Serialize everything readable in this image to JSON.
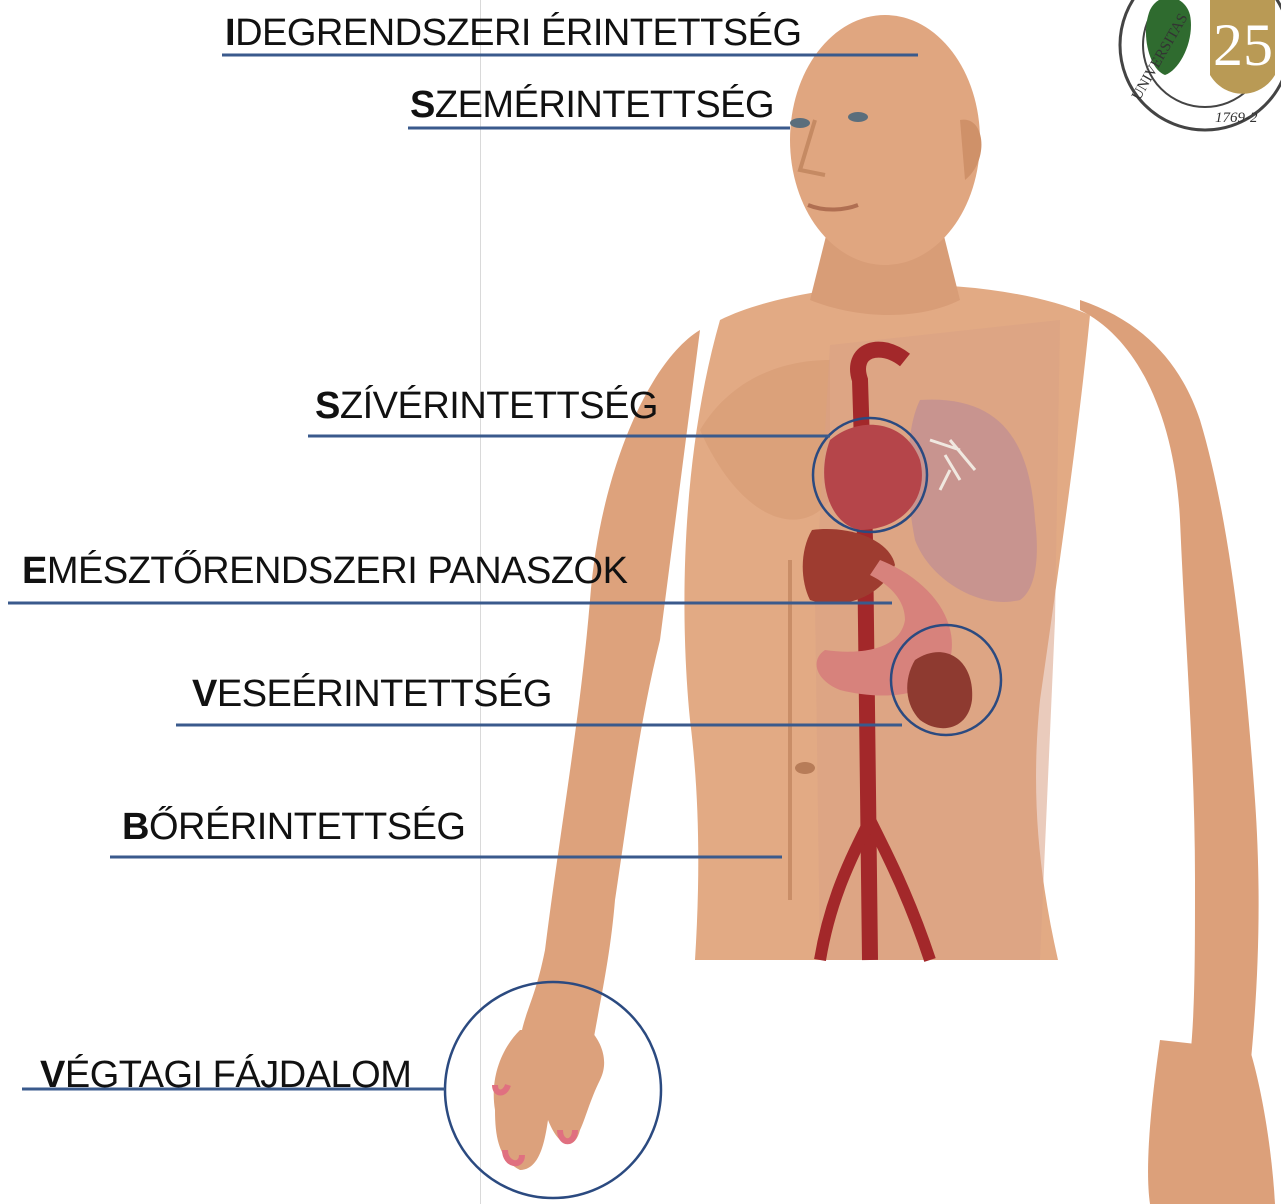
{
  "labels": [
    {
      "id": "idegrendszeri",
      "initial": "I",
      "rest": "DEGRENDSZERI ÉRINTETTSÉG"
    },
    {
      "id": "szem",
      "initial": "S",
      "rest": "ZEMÉRINTETTSÉG"
    },
    {
      "id": "sziv",
      "initial": "S",
      "rest": "ZÍVÉRINTETTSÉG"
    },
    {
      "id": "emeszto",
      "initial": "E",
      "rest": "MÉSZTŐRENDSZERI PANASZOK"
    },
    {
      "id": "vese",
      "initial": "V",
      "rest": "ESEÉRINTETTSÉG"
    },
    {
      "id": "bor",
      "initial": "B",
      "rest": "ŐRÉRINTETTSÉG"
    },
    {
      "id": "vegtag",
      "initial": "V",
      "rest": "ÉGTAGI FÁJDALOM"
    }
  ],
  "colors": {
    "leader_line": "#3a5a8c",
    "circle": "#2b4a80",
    "skin": "#e0a882",
    "skin_shadow": "#c98e68",
    "organ_heart": "#b5454a",
    "organ_lung": "#c98f8f",
    "artery": "#a3282a",
    "logo_green": "#2f6b2f",
    "logo_gold": "#b99a55"
  },
  "logo": {
    "text_ring": "UNIVERSITAS",
    "year_fragment": "1769-2",
    "number": "25"
  }
}
